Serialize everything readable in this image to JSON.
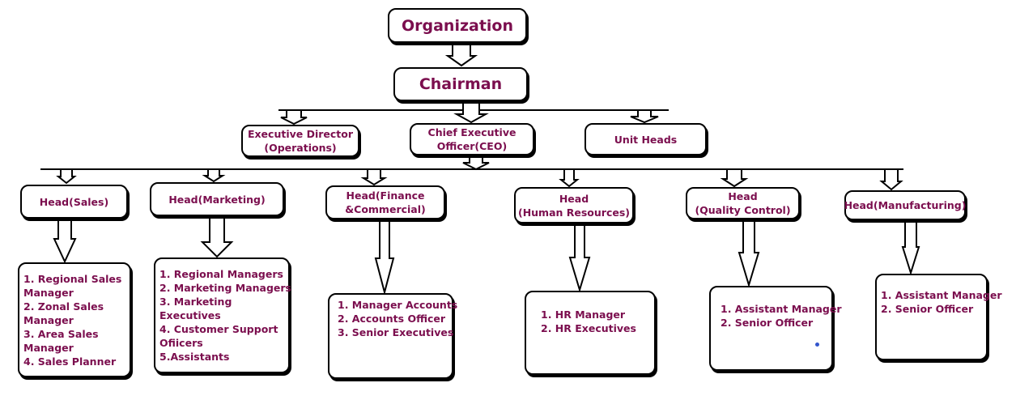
{
  "top": {
    "organization": "Organization",
    "chairman": "Chairman"
  },
  "level2": {
    "exec_director": [
      "Executive Director",
      "(Operations)"
    ],
    "ceo": [
      "Chief Executive",
      "Officer(CEO)"
    ],
    "unit_heads": "Unit Heads"
  },
  "heads": [
    {
      "title": [
        "Head(Sales)"
      ],
      "items": [
        "1. Regional Sales",
        "Manager",
        "2. Zonal Sales",
        "Manager",
        "3. Area Sales",
        "Manager",
        "4. Sales Planner"
      ]
    },
    {
      "title": [
        "Head(Marketing)"
      ],
      "items": [
        "1. Regional Managers",
        "2.  Marketing Managers",
        "3.  Marketing",
        "Executives",
        "4.  Customer Support",
        "Ofiicers",
        "5.Assistants"
      ]
    },
    {
      "title": [
        "Head(Finance",
        "&Commercial)"
      ],
      "items": [
        "1. Manager Accounts",
        "2. Accounts Officer",
        "3. Senior Executives"
      ]
    },
    {
      "title": [
        "Head",
        "(Human Resources)"
      ],
      "items": [
        "1. HR Manager",
        "2. HR Executives"
      ]
    },
    {
      "title": [
        "Head",
        "(Quality Control)"
      ],
      "items": [
        "1. Assistant Manager",
        "2. Senior Officer"
      ]
    },
    {
      "title": [
        "Head(Manufacturing)"
      ],
      "items": [
        "1. Assistant Manager",
        "2. Senior Officer"
      ]
    }
  ],
  "colors": {
    "text": "#7b0e4e",
    "line": "#000000",
    "dot": "#3355cc"
  }
}
